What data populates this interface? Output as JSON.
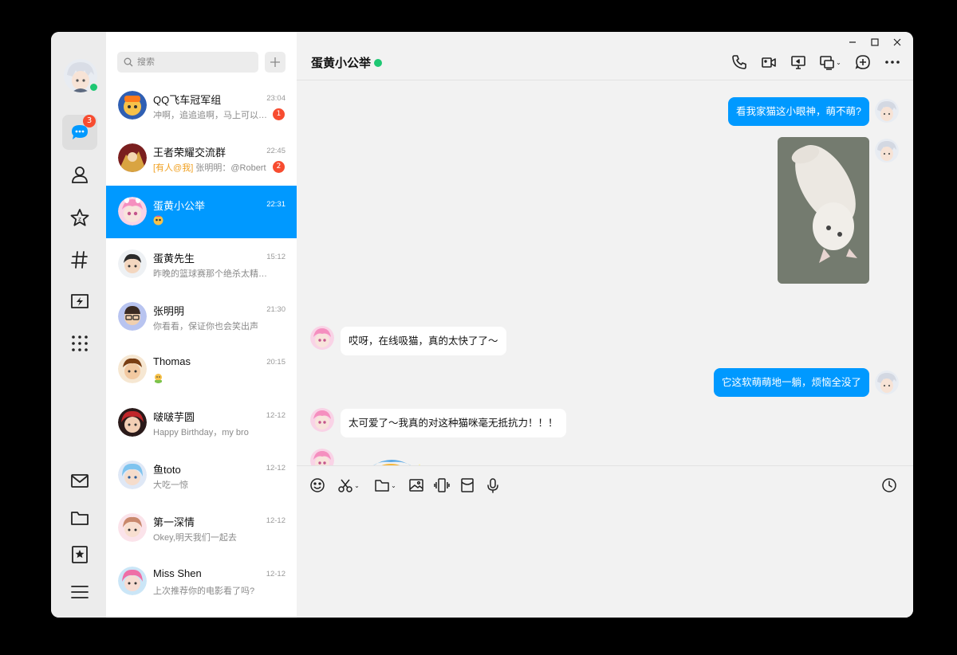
{
  "rail": {
    "message_badge": "3"
  },
  "search": {
    "placeholder": "搜索"
  },
  "conversations": [
    {
      "name": "QQ飞车冠军组",
      "time": "23:04",
      "preview": "冲啊，追追追啊，马上可以超越",
      "badge": "1",
      "avatar_color": "#f3a534"
    },
    {
      "name": "王者荣耀交流群",
      "time": "22:45",
      "mention": "[有人@我]",
      "preview": "张明明：@Robert",
      "badge": "2",
      "avatar_color": "#c0392b"
    },
    {
      "name": "蛋黄小公举",
      "time": "22:31",
      "preview": "",
      "avatar_color": "#f7b6d2"
    },
    {
      "name": "蛋黄先生",
      "time": "15:12",
      "preview": "昨晚的篮球赛那个绝杀太精彩了",
      "avatar_color": "#e5c7a8"
    },
    {
      "name": "张明明",
      "time": "21:30",
      "preview": "你看看，保证你也会笑出声",
      "avatar_color": "#7a8fd4"
    },
    {
      "name": "Thomas",
      "time": "20:15",
      "preview": "",
      "avatar_color": "#d98c4a"
    },
    {
      "name": "啵啵芋圆",
      "time": "12-12",
      "preview": "Happy Birthday，my bro",
      "avatar_color": "#b22c2c"
    },
    {
      "name": "鱼toto",
      "time": "12-12",
      "preview": "大吃一惊",
      "avatar_color": "#6fb5e8"
    },
    {
      "name": "第一深情",
      "time": "12-12",
      "preview": "Okey,明天我们一起去",
      "avatar_color": "#f0b9a0"
    },
    {
      "name": "Miss Shen",
      "time": "12-12",
      "preview": "上次推荐你的电影看了吗?",
      "avatar_color": "#e76fa0"
    }
  ],
  "chat": {
    "title": "蛋黄小公举",
    "messages": [
      {
        "from": "me",
        "text": "看我家猫这小眼神，萌不萌?"
      },
      {
        "from": "me",
        "type": "image"
      },
      {
        "from": "them",
        "text": "哎呀，在线吸猫，真的太快了了～"
      },
      {
        "from": "me",
        "text": "它这软萌萌地一躺，烦恼全没了"
      },
      {
        "from": "them",
        "text": "太可爱了～我真的对这种猫咪毫无抵抗力！！！"
      },
      {
        "from": "them",
        "type": "sticker"
      }
    ]
  },
  "colors": {
    "accent": "#0099ff",
    "online": "#1ec773",
    "badge": "#f74c30"
  }
}
